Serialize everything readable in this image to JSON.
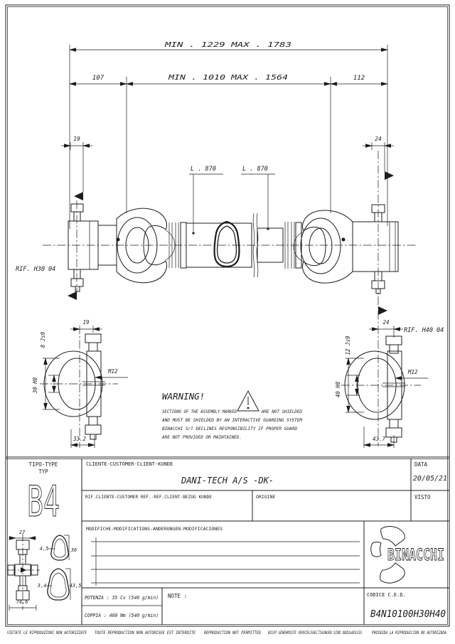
{
  "colors": {
    "ink": "#1c1c1c",
    "paper": "#ffffff"
  },
  "drawing": {
    "dims": {
      "overall": "MIN . 1229    MAX . 1783",
      "left_end": "107",
      "telescope": "MIN . 1010    MAX . 1564",
      "right_end": "112",
      "left_bolt": "19",
      "right_bolt": "24",
      "tube_left": "L . 870",
      "tube_right": "L . 870"
    },
    "refs": {
      "left": "RIF. H30 04",
      "right": "RIF. H40 04"
    },
    "detail_left": {
      "width": "19",
      "thread": "M12",
      "keyway": "8 Js9",
      "bore": "30 H8",
      "length": "33.2"
    },
    "detail_right": {
      "width": "24",
      "thread": "M12",
      "keyway": "12 Js9",
      "bore": "40 H8",
      "length": "43.7"
    },
    "warning": {
      "title": "WARNING!",
      "line1a": "SECTIONS OF THE ASSEMBLY MARKED",
      "line1b": "ARE NOT SHIELDED",
      "line2": "AND MUST BE SHIELDED BY AN INTERACTIVE GUARDING SYSTEM",
      "line3": "BINACCHI Srl DECLINES RESPONSIBILITY IF PROPER GUARD",
      "line4": "ARE NOT PROVIDED OR MAINTAINED."
    }
  },
  "title_block": {
    "tipo_label": "TIPO-TYPE",
    "typ_label": "TYP",
    "type_value": "B4",
    "cliente_label": "CLIENTE-CUSTOMER-CLIENT-KUNDE",
    "cliente_value": "DANI-TECH A/S -DK-",
    "data_label": "DATA",
    "data_value": "20/05/21",
    "rif_label": "RIF.CLIENTE-CUSTOMER REF.-REF.CLIENT-BEZUG KUNDE",
    "origine_label": "ORIGINE",
    "visto_label": "VISTO",
    "modifiche_label": "MODIFICHE-MODIFICATIONS-ANDERUNGEN-MODIFICACIONES",
    "potenza": "POTENZA : 35 Cv (540 g/min)",
    "coppia": "COPPIA : 460 Nm (540 g/min)",
    "note_label": "NOTE :",
    "codice_label": "CODICE C.E.D.",
    "codice_value": "B4N10100H30H40",
    "brand": "BINACCHI",
    "cross": {
      "width": "27",
      "height": "74,6"
    },
    "profile_small": {
      "thickness": "4,5",
      "size": "36"
    },
    "profile_large": {
      "thickness": "3,4",
      "size": "43,5"
    }
  },
  "footer": {
    "notices": [
      "VIETATE LE RIPRODUZIONI NON AUTORIZZATE",
      "TOUTE REPRODUCTION NON AUTORISEE EST INTERDITE",
      "REPRODUCTION NOT PERMITTED",
      "NICHT GENEHMIGTE VERVIELFAELTIGUNGEN SIND UNZULAESSIG",
      "PROIBIDA LA RIPRODUCCION NO AUTORIZADA"
    ]
  }
}
